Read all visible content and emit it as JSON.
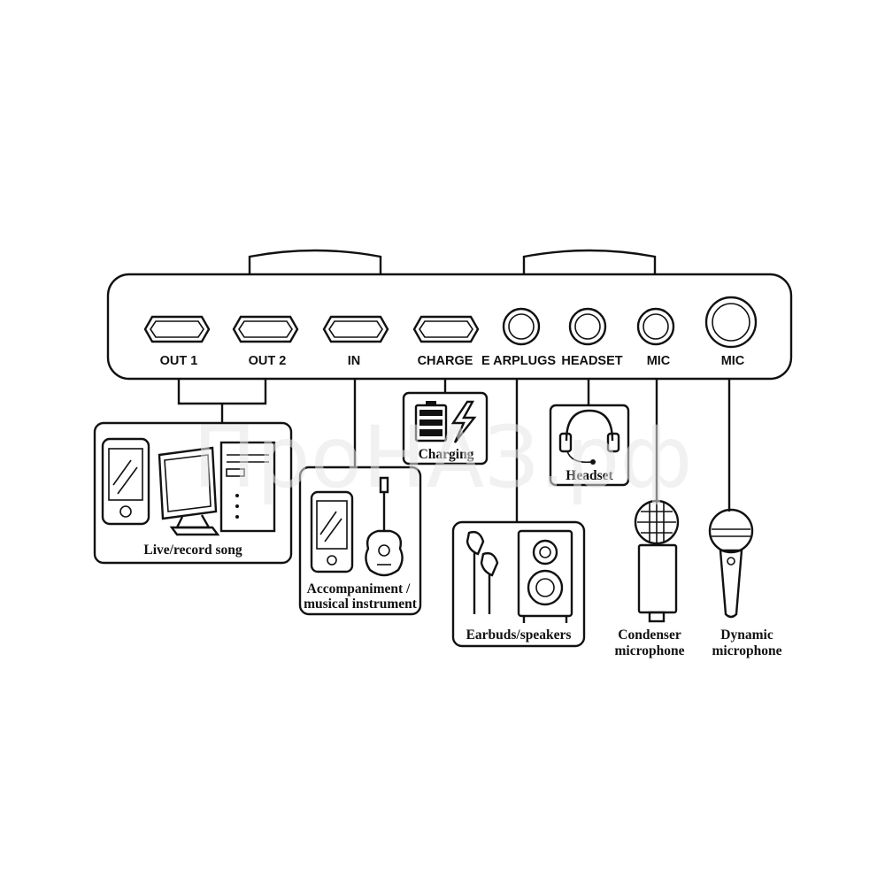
{
  "watermark": "ПроНАЗ.рф",
  "ports": [
    {
      "label": "OUT 1",
      "kind": "slot"
    },
    {
      "label": "OUT 2",
      "kind": "slot"
    },
    {
      "label": "IN",
      "kind": "slot"
    },
    {
      "label": "CHARGE",
      "kind": "slot"
    },
    {
      "label": "E ARPLUGS",
      "kind": "jack"
    },
    {
      "label": "HEADSET",
      "kind": "jack"
    },
    {
      "label": "MIC",
      "kind": "jack"
    },
    {
      "label": "MIC",
      "kind": "jack-large"
    }
  ],
  "devices": {
    "live_record": "Live/record song",
    "accompaniment_line1": "Accompaniment /",
    "accompaniment_line2": "musical instrument",
    "charging": "Charging",
    "headset": "Headset",
    "earbuds_speakers": "Earbuds/speakers",
    "condenser_line1": "Condenser",
    "condenser_line2": "microphone",
    "dynamic_line1": "Dynamic",
    "dynamic_line2": "microphone"
  },
  "icons": [
    "phone-icon",
    "computer-icon",
    "guitar-icon",
    "battery-icon",
    "lightning-icon",
    "headset-icon",
    "earbuds-icon",
    "speaker-icon",
    "condenser-mic-icon",
    "dynamic-mic-icon"
  ]
}
